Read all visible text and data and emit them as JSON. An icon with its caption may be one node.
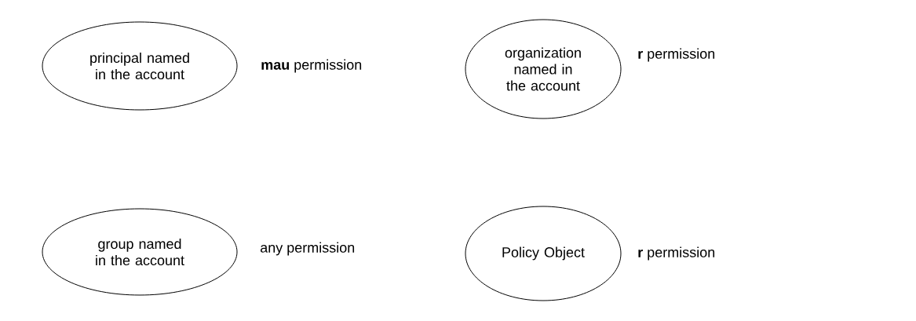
{
  "diagram": {
    "nodes": [
      {
        "text": [
          "principal named in the account"
        ],
        "beside": [
          "**mau** permission"
        ]
      },
      {
        "text": [
          "organization named in the account"
        ],
        "beside": [
          "**r** permission"
        ]
      },
      {
        "text": [
          "group named in the account"
        ],
        "beside": [
          "any permission"
        ]
      },
      {
        "text": [
          "Policy Object"
        ],
        "beside": [
          "**r** permission"
        ]
      }
    ]
  }
}
